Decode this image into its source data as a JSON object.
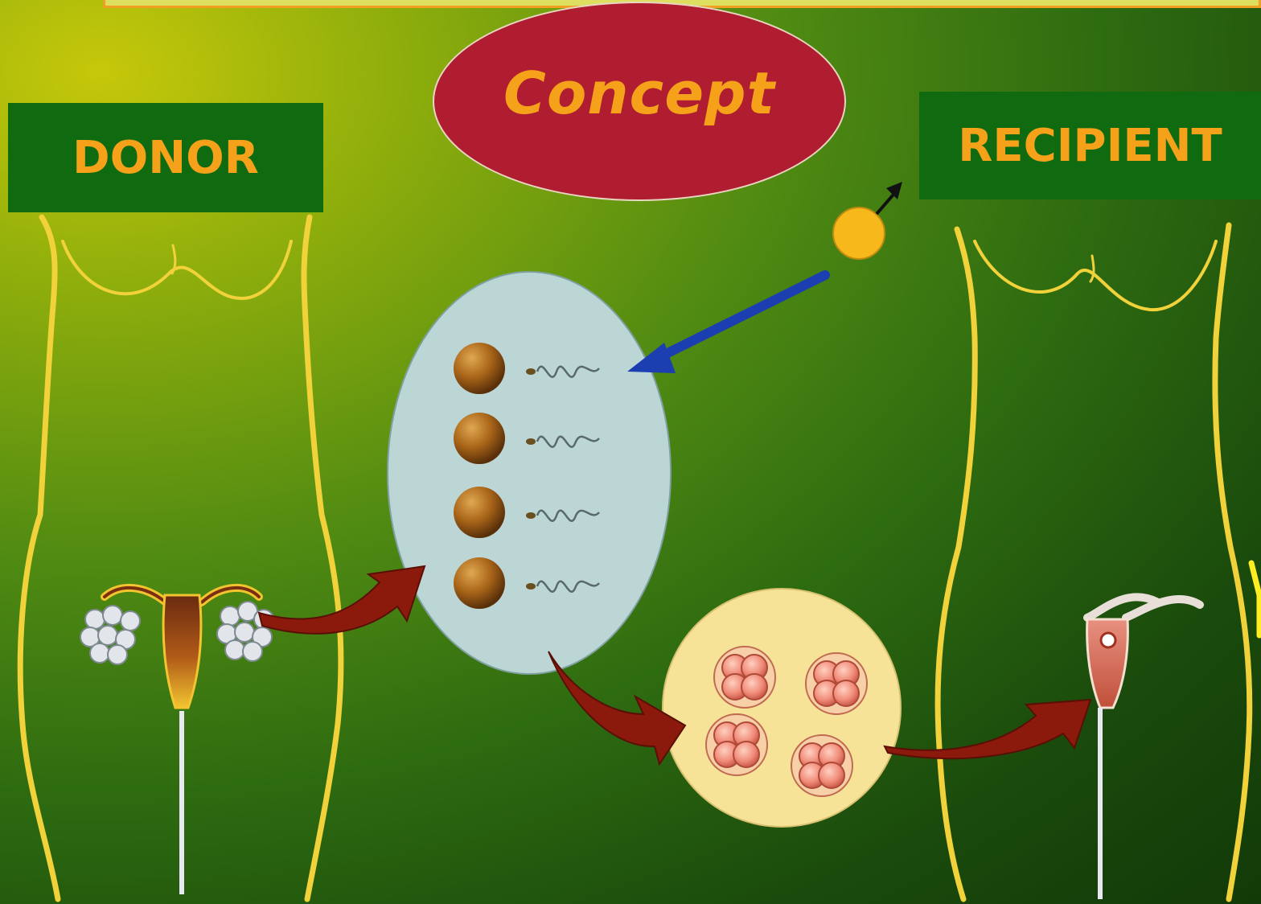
{
  "title": "Concept",
  "labels": {
    "donor": "DONOR",
    "recipient": "RECIPIENT"
  },
  "colors": {
    "title_bg": "#b01c30",
    "title_text": "#f5a21a",
    "label_bg": "#0f6a10",
    "label_text": "#f5a21a",
    "body_outline": "#f2d23a",
    "dish": "#bcd6d6",
    "embryo_dish": "#f6e398",
    "arrow_red": "#8c1a0c",
    "arrow_blue": "#1b3fb0",
    "sperm_symbol": "#f6b81a"
  }
}
